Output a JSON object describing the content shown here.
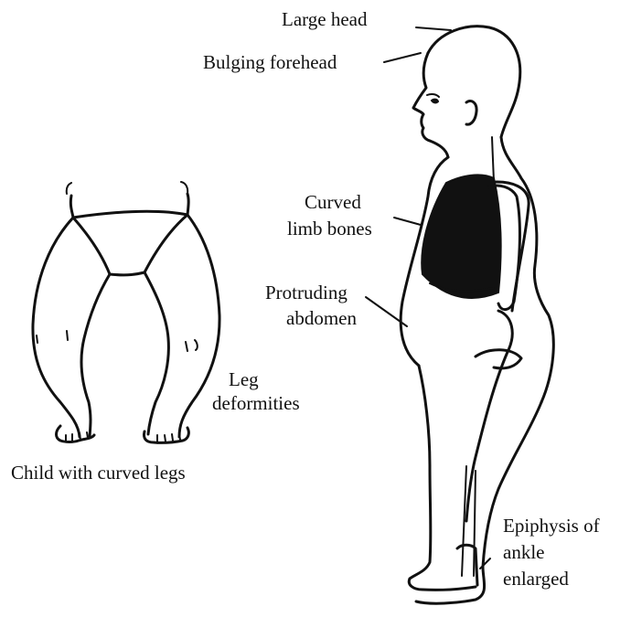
{
  "labels": {
    "large_head": "Large head",
    "bulging_forehead": "Bulging forehead",
    "curved_limb_bones_line1": "Curved",
    "curved_limb_bones_line2": "limb bones",
    "protruding_abdomen_line1": "Protruding",
    "protruding_abdomen_line2": "abdomen",
    "leg_deformities_line1": "Leg",
    "leg_deformities_line2": "deformities",
    "child_caption": "Child with curved legs",
    "epiphysis_line1": "Epiphysis of",
    "epiphysis_line2": "ankle",
    "epiphysis_line3": "enlarged"
  }
}
